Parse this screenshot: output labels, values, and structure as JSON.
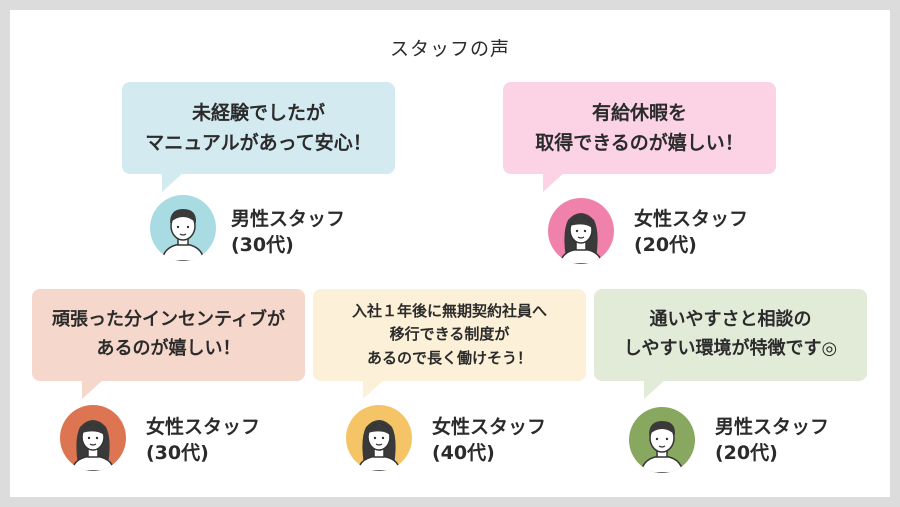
{
  "title": "スタッフの声",
  "voices": [
    {
      "lines": [
        "未経験でしたが",
        "マニュアルがあって安心！"
      ],
      "gender": "男性スタッフ",
      "age": "(30代)",
      "bubble_color": "#d2eaf0",
      "avatar_color": "#a9dbe2",
      "avatar_icon": "male-staff-avatar"
    },
    {
      "lines": [
        "有給休暇を",
        "取得できるのが嬉しい！"
      ],
      "gender": "女性スタッフ",
      "age": "(20代)",
      "bubble_color": "#fbd3e4",
      "avatar_color": "#f081ab",
      "avatar_icon": "female-staff-avatar"
    },
    {
      "lines": [
        "頑張った分インセンティブが",
        "あるのが嬉しい！"
      ],
      "gender": "女性スタッフ",
      "age": "(30代)",
      "bubble_color": "#f5d7cb",
      "avatar_color": "#dd7452",
      "avatar_icon": "female-staff-avatar"
    },
    {
      "lines": [
        "入社１年後に無期契約社員へ",
        "移行できる制度が",
        "あるので長く働けそう！"
      ],
      "gender": "女性スタッフ",
      "age": "(40代)",
      "bubble_color": "#fdf0d8",
      "avatar_color": "#f5c466",
      "avatar_icon": "female-staff-avatar"
    },
    {
      "lines": [
        "通いやすさと相談の",
        "しやすい環境が特徴です◎"
      ],
      "gender": "男性スタッフ",
      "age": "(20代)",
      "bubble_color": "#e2ead8",
      "avatar_color": "#88a860",
      "avatar_icon": "male-staff-avatar"
    }
  ]
}
